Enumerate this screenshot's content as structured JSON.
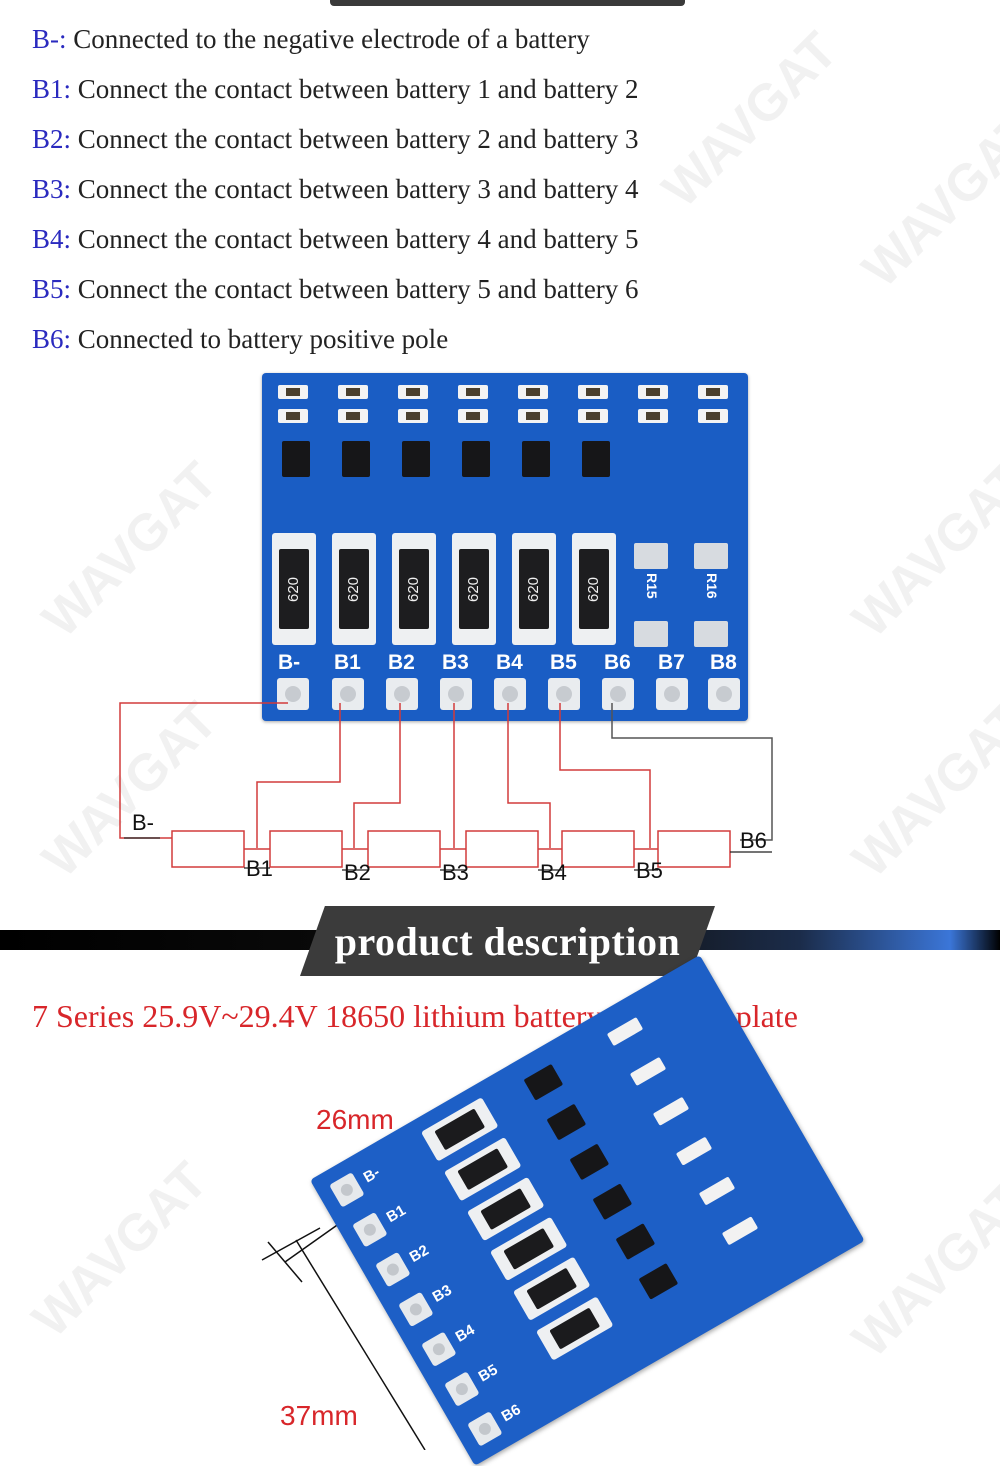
{
  "pin_descriptions": [
    {
      "code": "B-:",
      "text": " Connected to the negative electrode of a battery"
    },
    {
      "code": "B1:",
      "text": " Connect the contact between battery 1 and battery 2"
    },
    {
      "code": "B2:",
      "text": " Connect the contact between battery 2 and battery 3"
    },
    {
      "code": "B3:",
      "text": " Connect the contact between battery 3 and battery 4"
    },
    {
      "code": "B4:",
      "text": " Connect the contact between battery 4 and battery 5"
    },
    {
      "code": "B5:",
      "text": " Connect the contact between battery 5 and battery 6"
    },
    {
      "code": "B6:",
      "text": " Connected to battery positive pole"
    }
  ],
  "board_photo": {
    "pin_labels": [
      "B-",
      "B1",
      "B2",
      "B3",
      "B4",
      "B5",
      "B6",
      "B7",
      "B8"
    ],
    "resistor_code": "620",
    "resistor_labels": [
      "R15",
      "R16"
    ]
  },
  "wiring_diagram": {
    "labels": [
      "B-",
      "B1",
      "B2",
      "B3",
      "B4",
      "B5",
      "B6"
    ]
  },
  "banner": {
    "title": "product description"
  },
  "subtitle": "7 Series 25.9V~29.4V 18650 lithium battery equalizer plate",
  "dimensions": {
    "width_label": "26mm",
    "length_label": "37mm"
  },
  "watermark": "WAVGAT",
  "colors": {
    "pin_code": "#2a2abf",
    "accent_red": "#d8262a",
    "pcb_blue": "#1a5dc4"
  }
}
